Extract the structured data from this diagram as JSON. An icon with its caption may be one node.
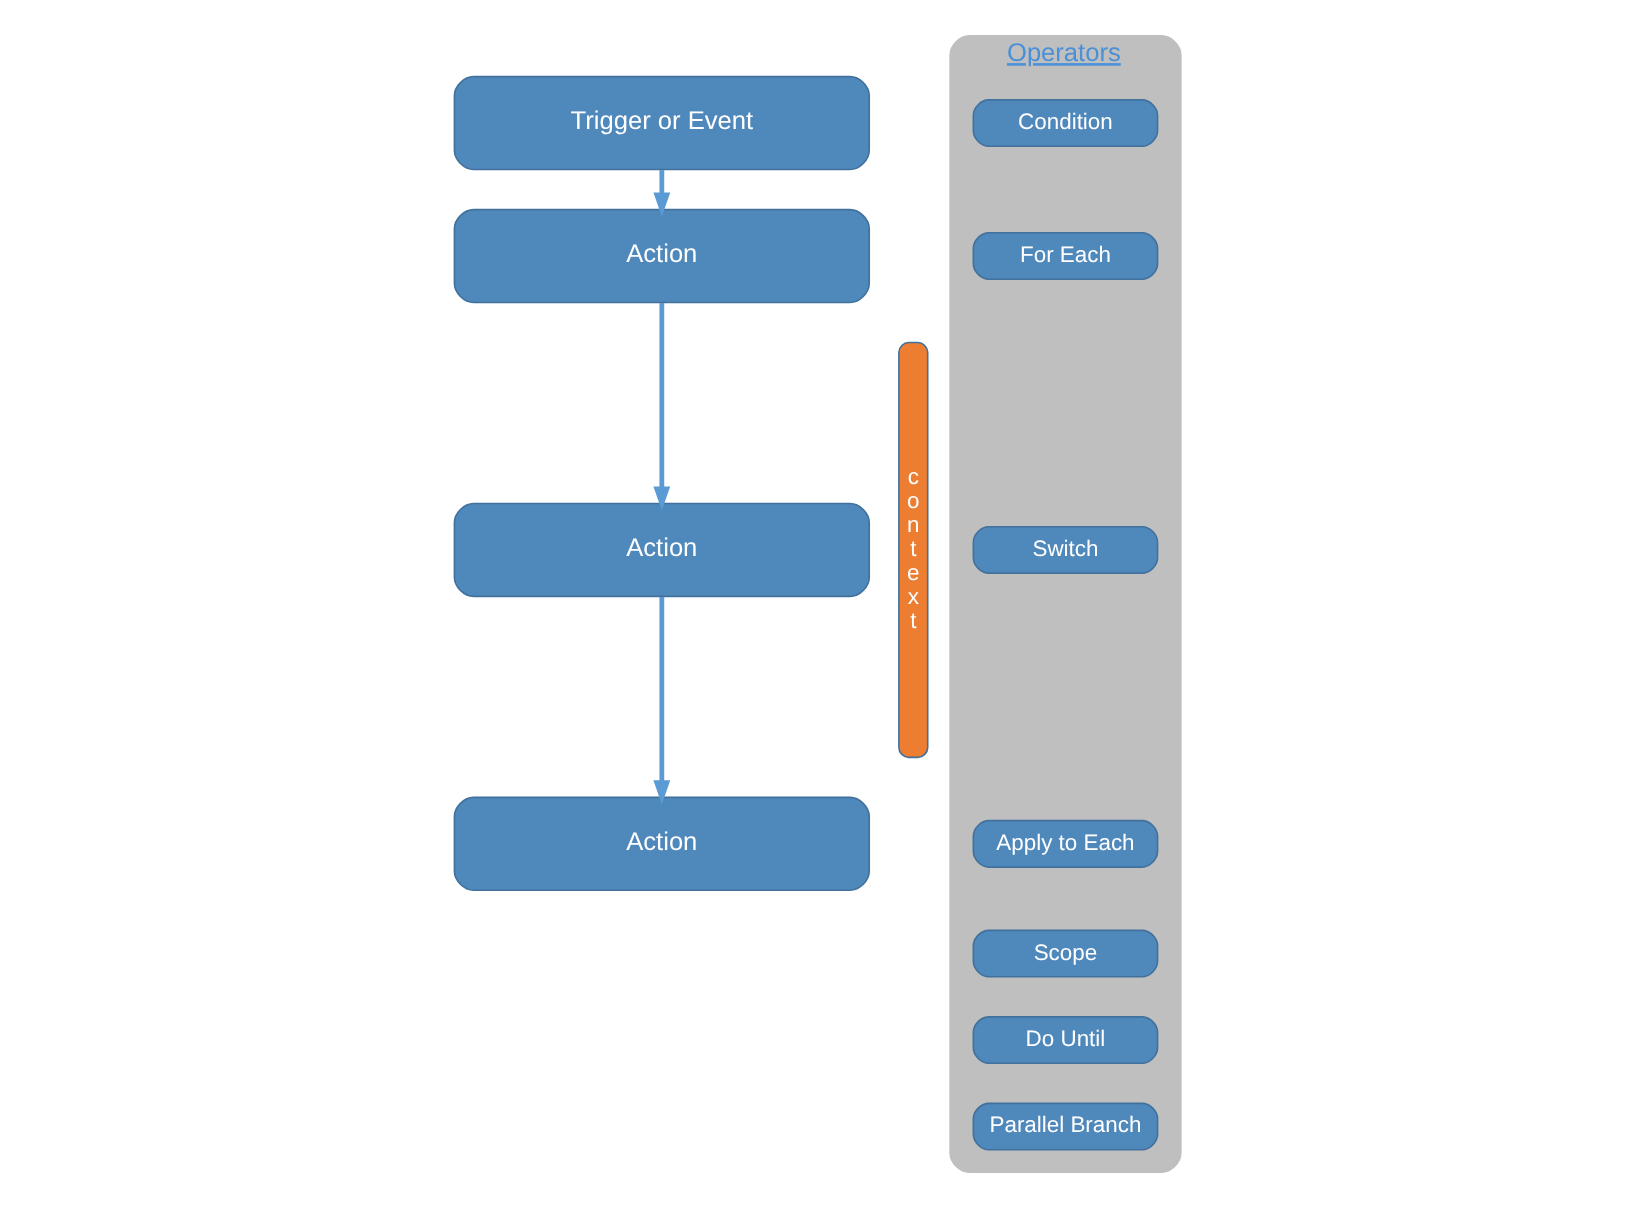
{
  "diagram": {
    "nodes": [
      {
        "text": [
          "Trigger or Event"
        ]
      },
      {
        "text": [
          "Action"
        ]
      },
      {
        "text": [
          "Action"
        ]
      },
      {
        "text": [
          "Action"
        ]
      },
      {
        "text": [
          "context"
        ]
      },
      {
        "text": [
          "Operators"
        ]
      },
      {
        "text": [
          "Condition"
        ],
        "in": 5
      },
      {
        "text": [
          "For Each"
        ],
        "in": 5
      },
      {
        "text": [
          "Switch"
        ],
        "in": 5
      },
      {
        "text": [
          "Apply to Each"
        ],
        "in": 5
      },
      {
        "text": [
          "Scope"
        ],
        "in": 5
      },
      {
        "text": [
          "Do Until"
        ],
        "in": 5
      },
      {
        "text": [
          "Parallel Branch"
        ],
        "in": 5
      }
    ],
    "edges": [
      {
        "from": 0,
        "to": 1,
        "arrow": "to"
      },
      {
        "from": 1,
        "to": 2,
        "arrow": "to"
      },
      {
        "from": 2,
        "to": 3,
        "arrow": "to"
      }
    ]
  }
}
